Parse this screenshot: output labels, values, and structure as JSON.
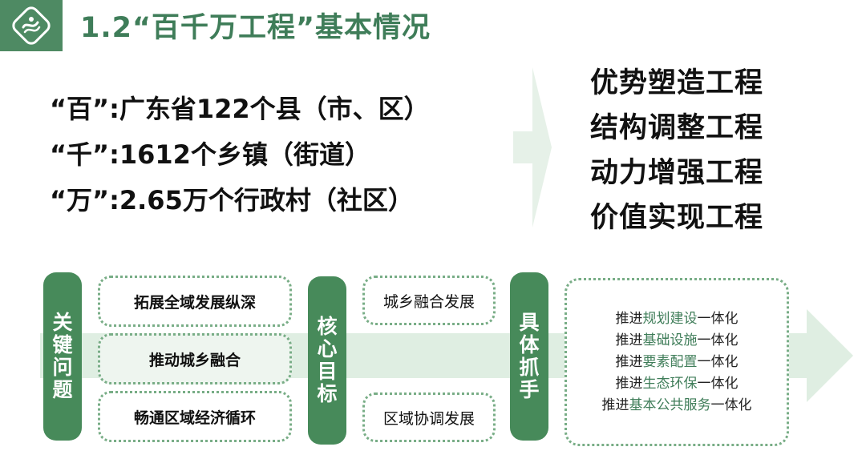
{
  "title": "1.2“百千万工程”基本情况",
  "definitions": [
    {
      "key": "“百”",
      "sep": ":",
      "value": "广东省122个县（市、区）"
    },
    {
      "key": "“千”",
      "sep": ":",
      "value": "1612个乡镇（街道）"
    },
    {
      "key": "“万”",
      "sep": ":",
      "value": "2.65万个行政村（社区）"
    }
  ],
  "projects": [
    "优势塑造工程",
    "结构调整工程",
    "动力增强工程",
    "价值实现工程"
  ],
  "diagram": {
    "pill_key_issues": "关键问题",
    "pill_core_goals": "核心目标",
    "pill_measures": "具体抓手",
    "key_issues": [
      "拓展全域发展纵深",
      "推动城乡融合",
      "畅通区域经济循环"
    ],
    "core_goals": [
      "城乡融合发展",
      "区域协调发展"
    ],
    "measures": [
      {
        "prefix": "推进",
        "em": "规划建设",
        "suffix": "一体化"
      },
      {
        "prefix": "推进",
        "em": "基础设施",
        "suffix": "一体化"
      },
      {
        "prefix": "推进",
        "em": "要素配置",
        "suffix": "一体化"
      },
      {
        "prefix": "推进",
        "em": "生态环保",
        "suffix": "一体化"
      },
      {
        "prefix": "推进",
        "em": "基本公共服务",
        "suffix": "一体化"
      }
    ]
  },
  "colors": {
    "accent": "#3f7d59",
    "pill": "#478a5a",
    "arrow": "#dfeee2"
  }
}
